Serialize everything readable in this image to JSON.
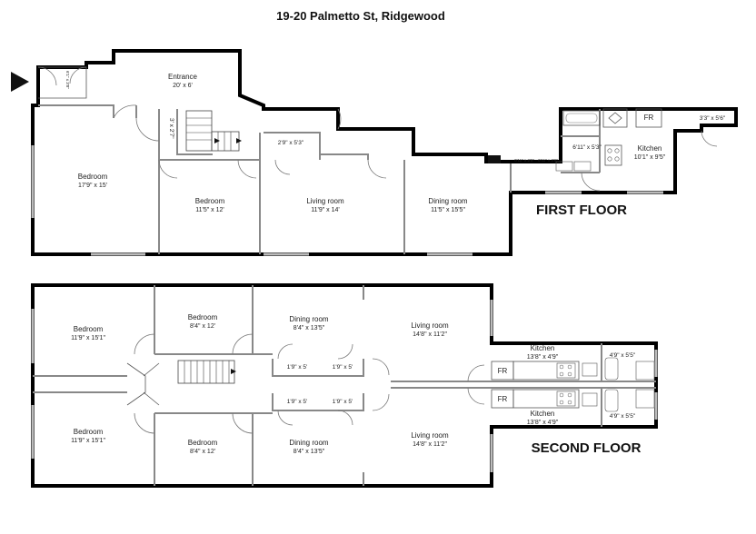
{
  "title": "19-20 Palmetto St, Ridgewood",
  "floors": {
    "first": "FIRST FLOOR",
    "second": "SECOND FLOOR"
  },
  "first_floor": {
    "vestibule_dim": "6'1\" x 3'8\"",
    "entrance": {
      "name": "Entrance",
      "dim": "20' x 6'"
    },
    "stair_dim": "3' x 2'7\"",
    "closet_dim": "2'9\" x 5'3\"",
    "bedroom_front": {
      "name": "Bedroom",
      "dim": "17'9\" x 15'"
    },
    "bedroom_mid": {
      "name": "Bedroom",
      "dim": "11'5\" x 12'"
    },
    "living": {
      "name": "Living room",
      "dim": "11'9\" x 14'"
    },
    "dining": {
      "name": "Dining room",
      "dim": "11'5\" x 15'5\""
    },
    "closet_small_a": "0'11\" x 2'5\"",
    "closet_small_b": "0'11\" x 2'6\"",
    "bath_dim": "6'11\" x 5'3\"",
    "kitchen": {
      "name": "Kitchen",
      "dim": "10'1\" x 9'5\""
    },
    "fr": "FR",
    "rear_dim": "3'3\" x 5'6\""
  },
  "second_floor": {
    "bedroom_tl": {
      "name": "Bedroom",
      "dim": "11'9\" x 15'1\""
    },
    "bedroom_tm": {
      "name": "Bedroom",
      "dim": "8'4\" x 12'"
    },
    "dining_t": {
      "name": "Dining room",
      "dim": "8'4\" x 13'5\""
    },
    "living_t": {
      "name": "Living room",
      "dim": "14'8\" x 11'2\""
    },
    "closet_t1": "1'9\" x 5'",
    "closet_t2": "1'9\" x 5'",
    "kitchen_t": {
      "name": "Kitchen",
      "dim": "13'8\" x 4'9\""
    },
    "bath_t": "4'9\" x 5'5\"",
    "fr_t": "FR",
    "bedroom_bl": {
      "name": "Bedroom",
      "dim": "11'9\" x 15'1\""
    },
    "bedroom_bm": {
      "name": "Bedroom",
      "dim": "8'4\" x 12'"
    },
    "dining_b": {
      "name": "Dining room",
      "dim": "8'4\" x 13'5\""
    },
    "living_b": {
      "name": "Living room",
      "dim": "14'8\" x 11'2\""
    },
    "closet_b1": "1'9\" x 5'",
    "closet_b2": "1'9\" x 5'",
    "kitchen_b": {
      "name": "Kitchen",
      "dim": "13'8\" x 4'9\""
    },
    "bath_b": "4'9\" x 5'5\"",
    "fr_b": "FR"
  }
}
